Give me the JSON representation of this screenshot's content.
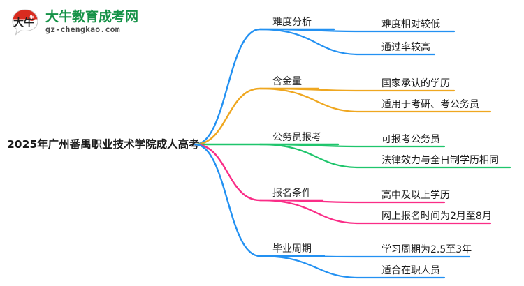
{
  "logo": {
    "mark_icon": "speech-bubble-logo-icon",
    "mark_text": "大牛",
    "title": "大牛教育成考网",
    "subtitle": "gz-chengkao.com",
    "title_color": "#159247",
    "mark_color": "#d92b1f"
  },
  "mindmap": {
    "type": "mindmap",
    "root": "2025年广州番禺职业技术学院成人高考",
    "branches": [
      {
        "label": "难度分析",
        "color": "#2391f2",
        "children": [
          "难度相对较低",
          "通过率较高"
        ]
      },
      {
        "label": "含金量",
        "color": "#efa720",
        "children": [
          "国家承认的学历",
          "适用于考研、考公务员"
        ]
      },
      {
        "label": "公务员报考",
        "color": "#1fc56c",
        "children": [
          "可报考公务员",
          "法律效力与全日制学历相同"
        ]
      },
      {
        "label": "报名条件",
        "color": "#fa2d87",
        "children": [
          "高中及以上学历",
          "网上报名时间为2月至8月"
        ]
      },
      {
        "label": "毕业周期",
        "color": "#2391f2",
        "children": [
          "学习周期为2.5至3年",
          "适合在职人员"
        ]
      }
    ]
  }
}
